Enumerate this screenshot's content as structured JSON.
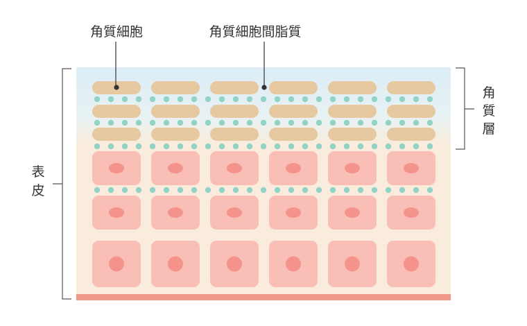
{
  "labels": {
    "corneocyte": "角質細胞",
    "intercellular_lipid": "角質細胞間脂質",
    "stratum_corneum": [
      "角",
      "質",
      "層"
    ],
    "epidermis": [
      "表",
      "皮"
    ]
  },
  "colors": {
    "corneum_bg_top": "#dcedf6",
    "epidermis_bg": "#f9ecdc",
    "corneocyte": "#e6c9a0",
    "lipid_dot": "#93d3c6",
    "cell": "#f9bfb7",
    "nucleus": "#f4938b",
    "base_line": "#ef9887",
    "bracket": "#555555",
    "text": "#333333",
    "pointer_dot": "#333333"
  },
  "grid": {
    "columns": 6,
    "corneocyte_rows": 3,
    "cell_rows": 3
  }
}
